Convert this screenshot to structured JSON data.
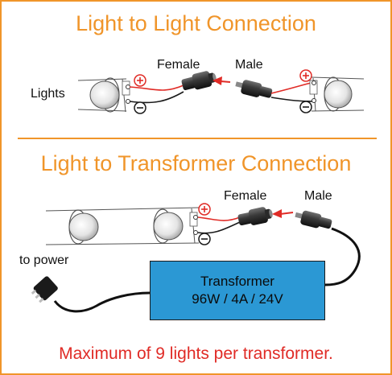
{
  "top": {
    "title": "Light to Light Connection",
    "female_label": "Female",
    "male_label": "Male",
    "lights_label": "Lights"
  },
  "bottom": {
    "title": "Light to Transformer Connection",
    "female_label": "Female",
    "male_label": "Male",
    "power_label": "to power",
    "transformer": {
      "name": "Transformer",
      "rating": "96W / 4A / 24V"
    }
  },
  "polarity": {
    "positive": "+",
    "negative": "-"
  },
  "footer": {
    "note": "Maximum of 9 lights per transformer."
  },
  "colors": {
    "accent_orange": "#f0952a",
    "transformer_blue": "#2b98d4",
    "warning_red": "#e02b26",
    "positive_wire": "#e02b26",
    "negative_wire": "#1a1a1a"
  }
}
